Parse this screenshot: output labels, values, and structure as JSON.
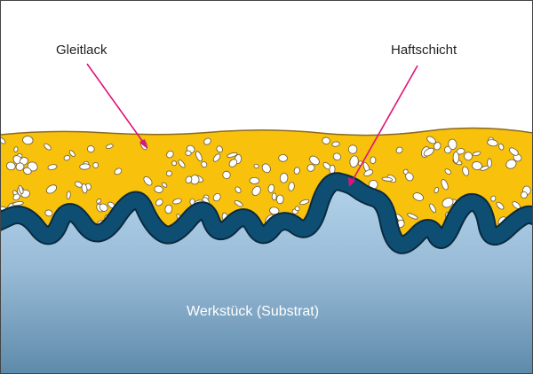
{
  "labels": {
    "coating": "Gleitlack",
    "adhesion_layer": "Haftschicht",
    "substrate": "Werkstück (Substrat)"
  },
  "colors": {
    "coating": "#f7c10c",
    "adhesion_layer": "#0f4e73",
    "substrate_top": "#a9cce6",
    "substrate_bottom": "#5f8cab",
    "arrow": "#e0127a",
    "particles": "#ffffff"
  }
}
